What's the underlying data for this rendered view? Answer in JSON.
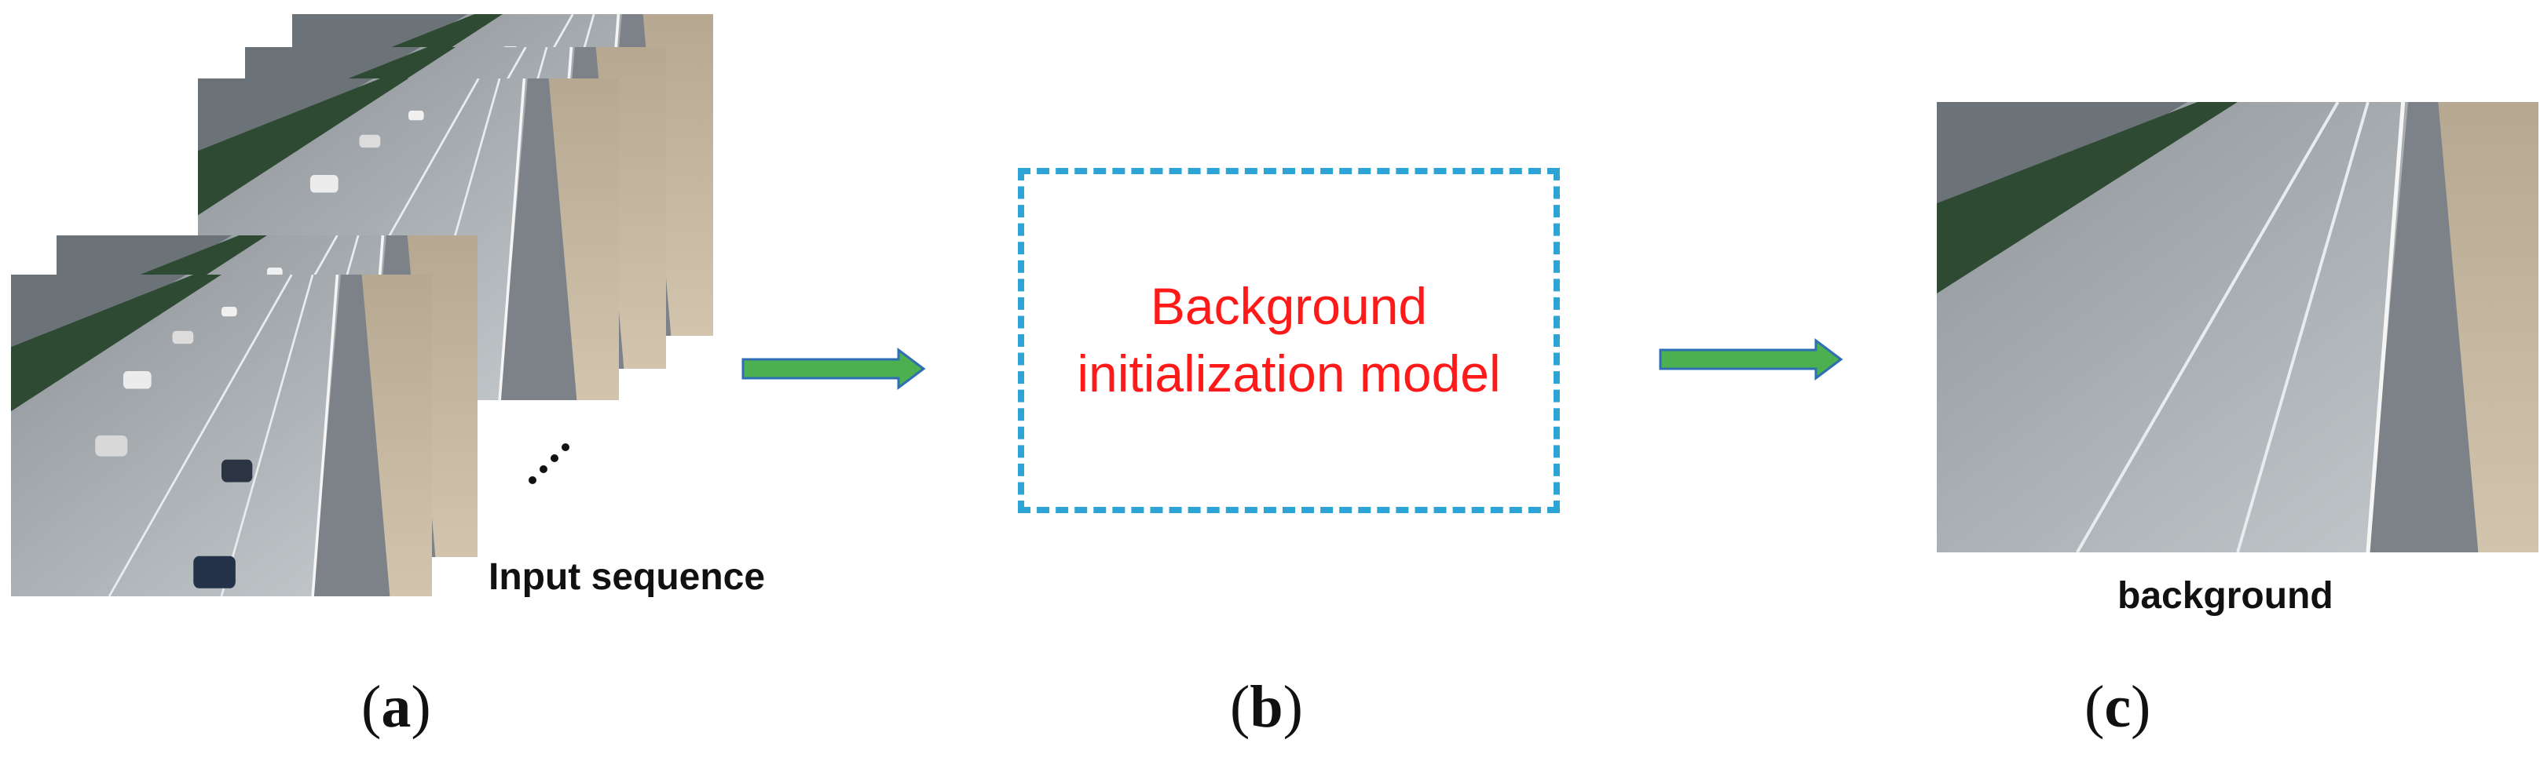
{
  "input": {
    "caption": "Input sequence"
  },
  "model": {
    "line1": "Background",
    "line2": "initialization model"
  },
  "output": {
    "caption": "background"
  },
  "panels": {
    "a": "a",
    "b": "b",
    "c": "c"
  },
  "colors": {
    "arrow": "#4caf50",
    "arrow_outline": "#2e6fb3",
    "box_border": "#2ea3d6",
    "model_text": "#ff1a1a"
  }
}
